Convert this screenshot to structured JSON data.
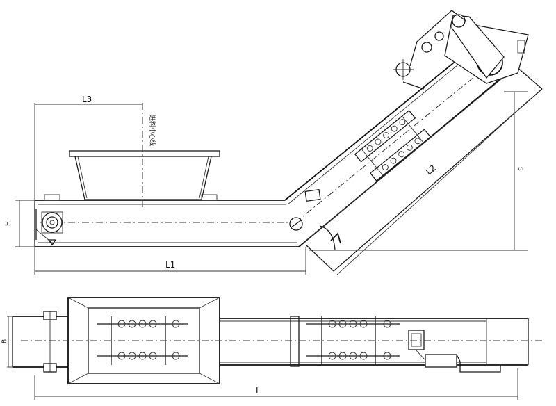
{
  "labels": {
    "L3": "L3",
    "H": "H",
    "L1": "L1",
    "L2": "L2",
    "S": "S",
    "B": "B",
    "L": "L",
    "note": "进料中心线"
  }
}
